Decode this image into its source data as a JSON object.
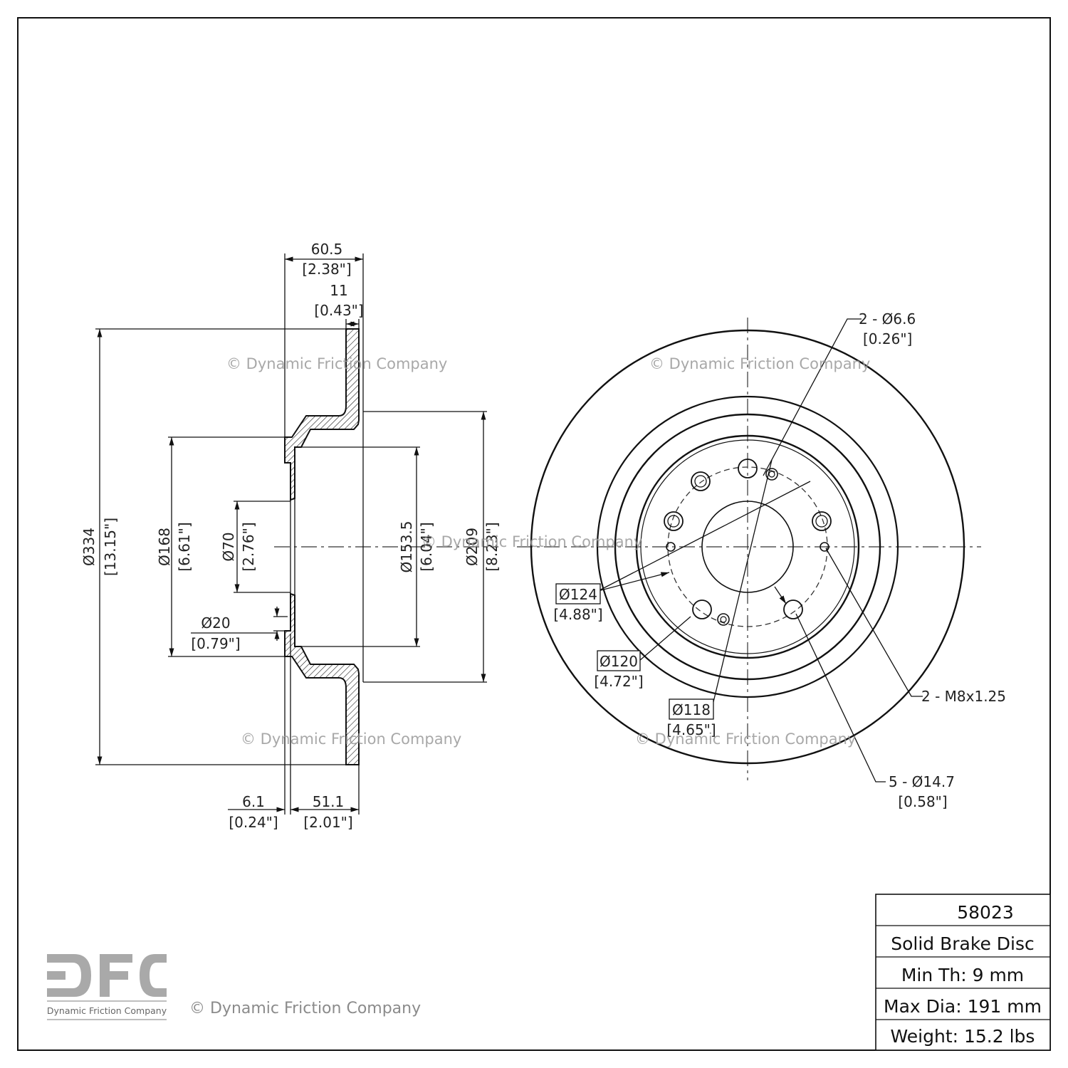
{
  "watermark": "© Dynamic Friction Company",
  "logo": {
    "letters": "DFC",
    "caption": "Dynamic Friction Company"
  },
  "footer_copyright": "© Dynamic Friction Company",
  "title_block": {
    "part_number": "58023",
    "description": "Solid Brake Disc",
    "min_thickness": "Min Th: 9 mm",
    "max_diameter": "Max Dia: 191 mm",
    "weight": "Weight: 15.2 lbs"
  },
  "section_view": {
    "overall_height": {
      "mm": "60.5",
      "in": "[2.38\"]"
    },
    "disc_thickness": {
      "mm": "11",
      "in": "[0.43\"]"
    },
    "outer_diameter": {
      "mm": "Ø334",
      "in": "[13.15\"]"
    },
    "hat_diameter": {
      "mm": "Ø168",
      "in": "[6.61\"]"
    },
    "center_bore": {
      "mm": "Ø70",
      "in": "[2.76\"]"
    },
    "pilot": {
      "mm": "Ø20",
      "in": "[0.79\"]"
    },
    "inner_drum": {
      "mm": "Ø153.5",
      "in": "[6.04\"]"
    },
    "hat_outer": {
      "mm": "Ø209",
      "in": "[8.23\"]"
    },
    "hat_flange": {
      "mm": "6.1",
      "in": "[0.24\"]"
    },
    "offset": {
      "mm": "51.1",
      "in": "[2.01\"]"
    }
  },
  "face_view": {
    "small_holes": {
      "mm": "2 - Ø6.6",
      "in": "[0.26\"]"
    },
    "bolt_circle_124": {
      "mm": "Ø124",
      "in": "[4.88\"]"
    },
    "bolt_circle_120": {
      "mm": "Ø120",
      "in": "[4.72\"]"
    },
    "bolt_circle_118": {
      "mm": "Ø118",
      "in": "[4.65\"]"
    },
    "threaded_holes": {
      "mm": "2 - M8x1.25"
    },
    "lug_holes": {
      "mm": "5 - Ø14.7",
      "in": "[0.58\"]"
    }
  }
}
